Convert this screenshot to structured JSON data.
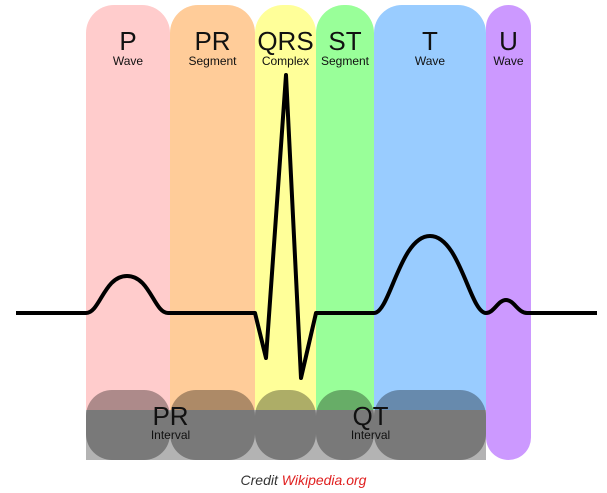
{
  "segments": [
    {
      "big": "P",
      "small": "Wave",
      "color": "#ffcccc"
    },
    {
      "big": "PR",
      "small": "Segment",
      "color": "#ffcc99"
    },
    {
      "big": "QRS",
      "small": "Complex",
      "color": "#ffff99"
    },
    {
      "big": "ST",
      "small": "Segment",
      "color": "#99ff99"
    },
    {
      "big": "T",
      "small": "Wave",
      "color": "#99ccff"
    },
    {
      "big": "U",
      "small": "Wave",
      "color": "#cc99ff"
    }
  ],
  "intervals": [
    {
      "big": "PR",
      "small": "Interval"
    },
    {
      "big": "QT",
      "small": "Interval"
    }
  ],
  "credit": {
    "prefix": "Credit",
    "source": "Wikipedia.org"
  }
}
